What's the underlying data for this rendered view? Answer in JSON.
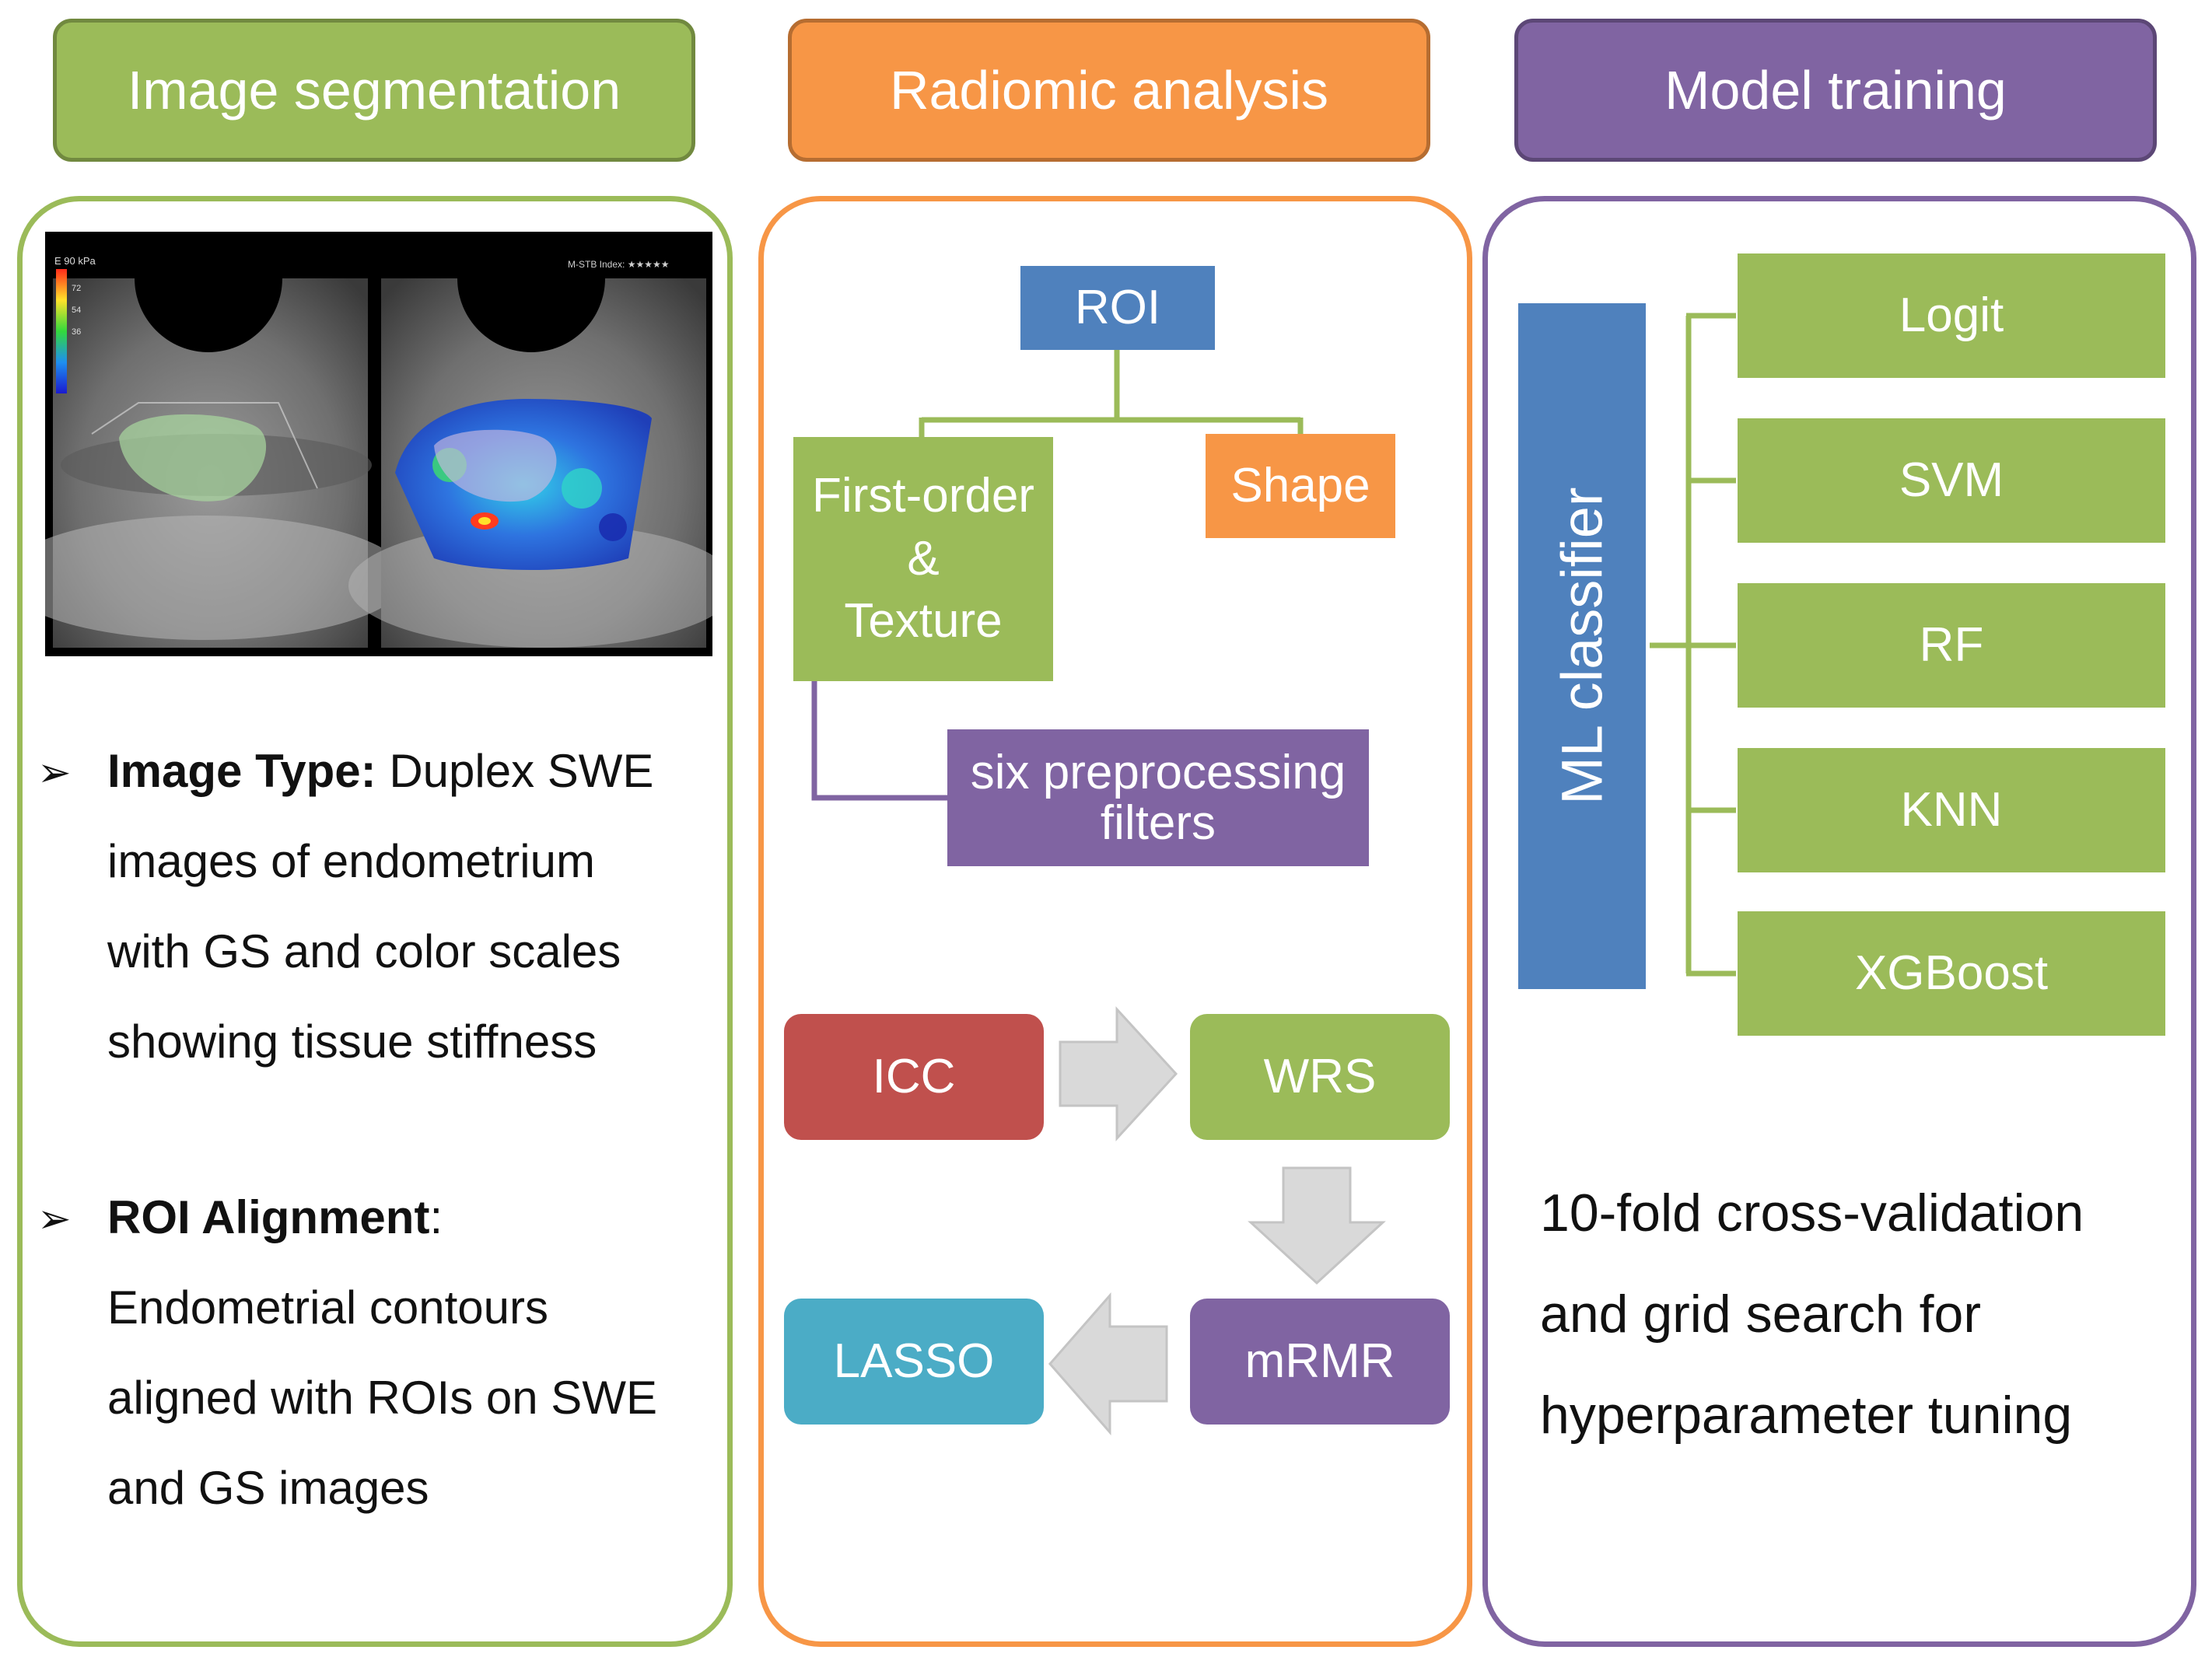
{
  "colors": {
    "green": "#9bbb59",
    "green_border": "#71893f",
    "orange": "#f79646",
    "orange_border": "#b66d31",
    "purple": "#8064a2",
    "purple_border": "#5c4776",
    "blue": "#4f81bd",
    "red": "#c0504d",
    "teal": "#4bacc6",
    "gray_arrow": "#d9d9d9"
  },
  "headers": {
    "segmentation": "Image segmentation",
    "radiomic": "Radiomic analysis",
    "training": "Model training"
  },
  "segmentation": {
    "ultrasound": {
      "scale_top": "E 90 kPa",
      "scale_ticks": [
        "72",
        "54",
        "36"
      ],
      "index_label": "M-STB Index: ★★★★★"
    },
    "bullets": [
      {
        "title": "Image Type:",
        "lines": [
          " Duplex SWE",
          "images of endometrium",
          "with GS and color scales",
          "showing tissue stiffness"
        ]
      },
      {
        "title": "ROI Alignment",
        "title_suffix": ":",
        "lines": [
          "Endometrial contours",
          "aligned with ROIs on SWE",
          "and GS images"
        ]
      }
    ]
  },
  "radiomic": {
    "roi": "ROI",
    "first_order": [
      "First-order",
      "&",
      "Texture"
    ],
    "shape": "Shape",
    "filters": [
      "six preprocessing",
      "filters"
    ],
    "icc": "ICC",
    "wrs": "WRS",
    "mrmr": "mRMR",
    "lasso": "LASSO"
  },
  "training": {
    "classifier_label": "ML classifier",
    "models": [
      "Logit",
      "SVM",
      "RF",
      "KNN",
      "XGBoost"
    ],
    "description": [
      "10-fold cross-validation",
      "and grid search for",
      "hyperparameter tuning"
    ]
  }
}
